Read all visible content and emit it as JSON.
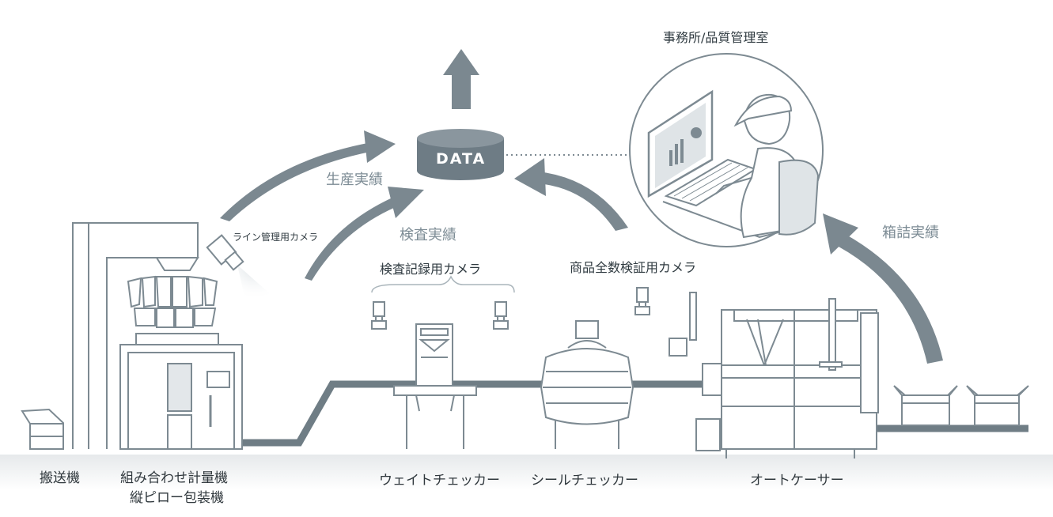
{
  "office_label": "事務所/品質管理室",
  "data_store_label": "DATA",
  "flows": {
    "production": "生産実績",
    "inspection": "検査実績",
    "packing": "箱詰実績"
  },
  "cameras": {
    "line_camera": "ライン管理用カメラ",
    "inspection_camera": "検査記録用カメラ",
    "product_camera": "商品全数検証用カメラ"
  },
  "machines": {
    "conveyor": "搬送機",
    "combination_weigher_line1": "組み合わせ計量機",
    "combination_weigher_line2": "縦ピロー包装機",
    "weight_checker": "ウェイトチェッカー",
    "seal_checker": "シールチェッカー",
    "auto_caser": "オートケーサー"
  },
  "colors": {
    "arrow": "#7b8890",
    "line": "#6f7d85",
    "floor": "#eceeef",
    "outline": "#7d8a92"
  }
}
